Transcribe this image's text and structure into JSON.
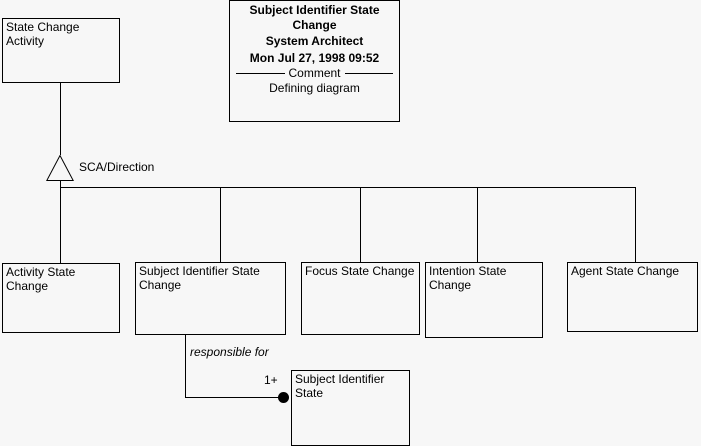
{
  "diagram": {
    "kind": "uml-class-diagram",
    "background_color": "#f7f7f7",
    "line_color": "#000000"
  },
  "note": {
    "title": "Subject Identifier State Change",
    "author": "System Architect",
    "timestamp": "Mon Jul 27, 1998  09:52",
    "section_label": "Comment",
    "body": "Defining diagram"
  },
  "superclass": {
    "name": "State Change Activity"
  },
  "generalization": {
    "label": "SCA/Direction"
  },
  "subclasses": [
    {
      "name": "Activity State Change"
    },
    {
      "name": "Subject Identifier State Change"
    },
    {
      "name": "Focus State Change"
    },
    {
      "name": "Intention State Change"
    },
    {
      "name": "Agent State Change"
    }
  ],
  "association": {
    "label": "responsible for",
    "multiplicity": "1+",
    "target": {
      "name": "Subject Identifier State"
    }
  }
}
